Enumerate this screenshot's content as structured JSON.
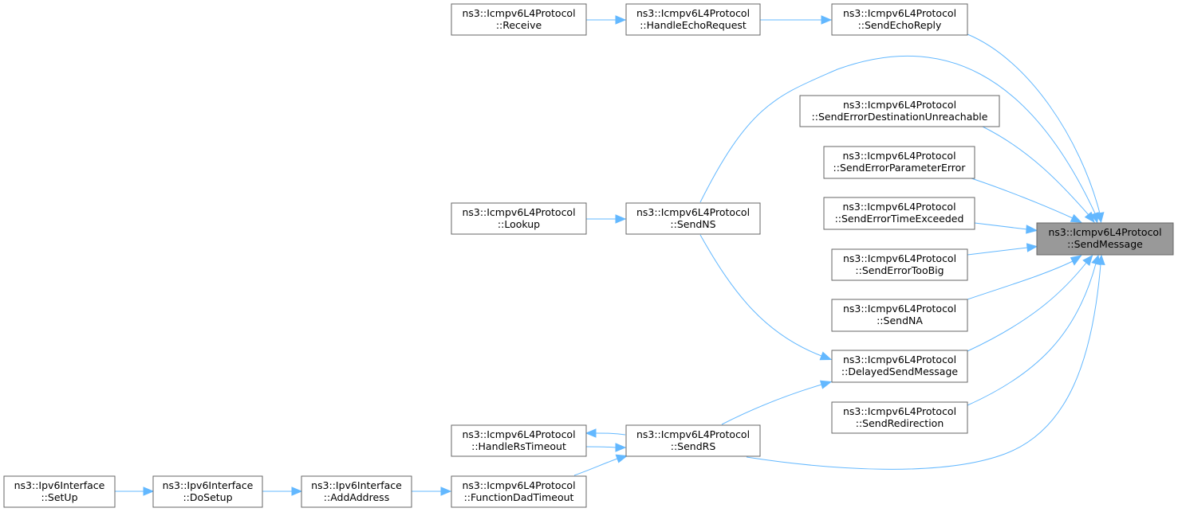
{
  "graph": {
    "nodes": {
      "send_message": {
        "line1": "ns3::Icmpv6L4Protocol",
        "line2": "::SendMessage"
      },
      "send_echo_reply": {
        "line1": "ns3::Icmpv6L4Protocol",
        "line2": "::SendEchoReply"
      },
      "handle_echo_request": {
        "line1": "ns3::Icmpv6L4Protocol",
        "line2": "::HandleEchoRequest"
      },
      "receive": {
        "line1": "ns3::Icmpv6L4Protocol",
        "line2": "::Receive"
      },
      "send_error_dest": {
        "line1": "ns3::Icmpv6L4Protocol",
        "line2": "::SendErrorDestinationUnreachable"
      },
      "send_error_param": {
        "line1": "ns3::Icmpv6L4Protocol",
        "line2": "::SendErrorParameterError"
      },
      "send_error_time": {
        "line1": "ns3::Icmpv6L4Protocol",
        "line2": "::SendErrorTimeExceeded"
      },
      "send_error_toobig": {
        "line1": "ns3::Icmpv6L4Protocol",
        "line2": "::SendErrorTooBig"
      },
      "send_na": {
        "line1": "ns3::Icmpv6L4Protocol",
        "line2": "::SendNA"
      },
      "delayed_send": {
        "line1": "ns3::Icmpv6L4Protocol",
        "line2": "::DelayedSendMessage"
      },
      "send_redirection": {
        "line1": "ns3::Icmpv6L4Protocol",
        "line2": "::SendRedirection"
      },
      "send_ns": {
        "line1": "ns3::Icmpv6L4Protocol",
        "line2": "::SendNS"
      },
      "lookup": {
        "line1": "ns3::Icmpv6L4Protocol",
        "line2": "::Lookup"
      },
      "send_rs": {
        "line1": "ns3::Icmpv6L4Protocol",
        "line2": "::SendRS"
      },
      "handle_rs_timeout": {
        "line1": "ns3::Icmpv6L4Protocol",
        "line2": "::HandleRsTimeout"
      },
      "function_dad": {
        "line1": "ns3::Icmpv6L4Protocol",
        "line2": "::FunctionDadTimeout"
      },
      "add_address": {
        "line1": "ns3::Ipv6Interface",
        "line2": "::AddAddress"
      },
      "do_setup": {
        "line1": "ns3::Ipv6Interface",
        "line2": "::DoSetup"
      },
      "set_up": {
        "line1": "ns3::Ipv6Interface",
        "line2": "::SetUp"
      }
    },
    "edges": [
      {
        "from": "send_echo_reply",
        "to": "send_message"
      },
      {
        "from": "handle_echo_request",
        "to": "send_echo_reply"
      },
      {
        "from": "receive",
        "to": "handle_echo_request"
      },
      {
        "from": "send_ns",
        "to": "send_message"
      },
      {
        "from": "send_error_dest",
        "to": "send_message"
      },
      {
        "from": "send_error_param",
        "to": "send_message"
      },
      {
        "from": "send_error_time",
        "to": "send_message"
      },
      {
        "from": "send_error_toobig",
        "to": "send_message"
      },
      {
        "from": "send_na",
        "to": "send_message"
      },
      {
        "from": "delayed_send",
        "to": "send_message"
      },
      {
        "from": "send_redirection",
        "to": "send_message"
      },
      {
        "from": "send_rs",
        "to": "send_message"
      },
      {
        "from": "lookup",
        "to": "send_ns"
      },
      {
        "from": "send_ns",
        "to": "delayed_send"
      },
      {
        "from": "send_rs",
        "to": "delayed_send"
      },
      {
        "from": "send_rs",
        "to": "handle_rs_timeout"
      },
      {
        "from": "handle_rs_timeout",
        "to": "send_rs"
      },
      {
        "from": "function_dad",
        "to": "send_rs"
      },
      {
        "from": "add_address",
        "to": "function_dad"
      },
      {
        "from": "do_setup",
        "to": "add_address"
      },
      {
        "from": "set_up",
        "to": "do_setup"
      }
    ],
    "colors": {
      "edge": "#63b8ff",
      "node_border": "#666666",
      "node_fill": "#ffffff",
      "root_fill": "#999999",
      "text": "#000000"
    }
  }
}
